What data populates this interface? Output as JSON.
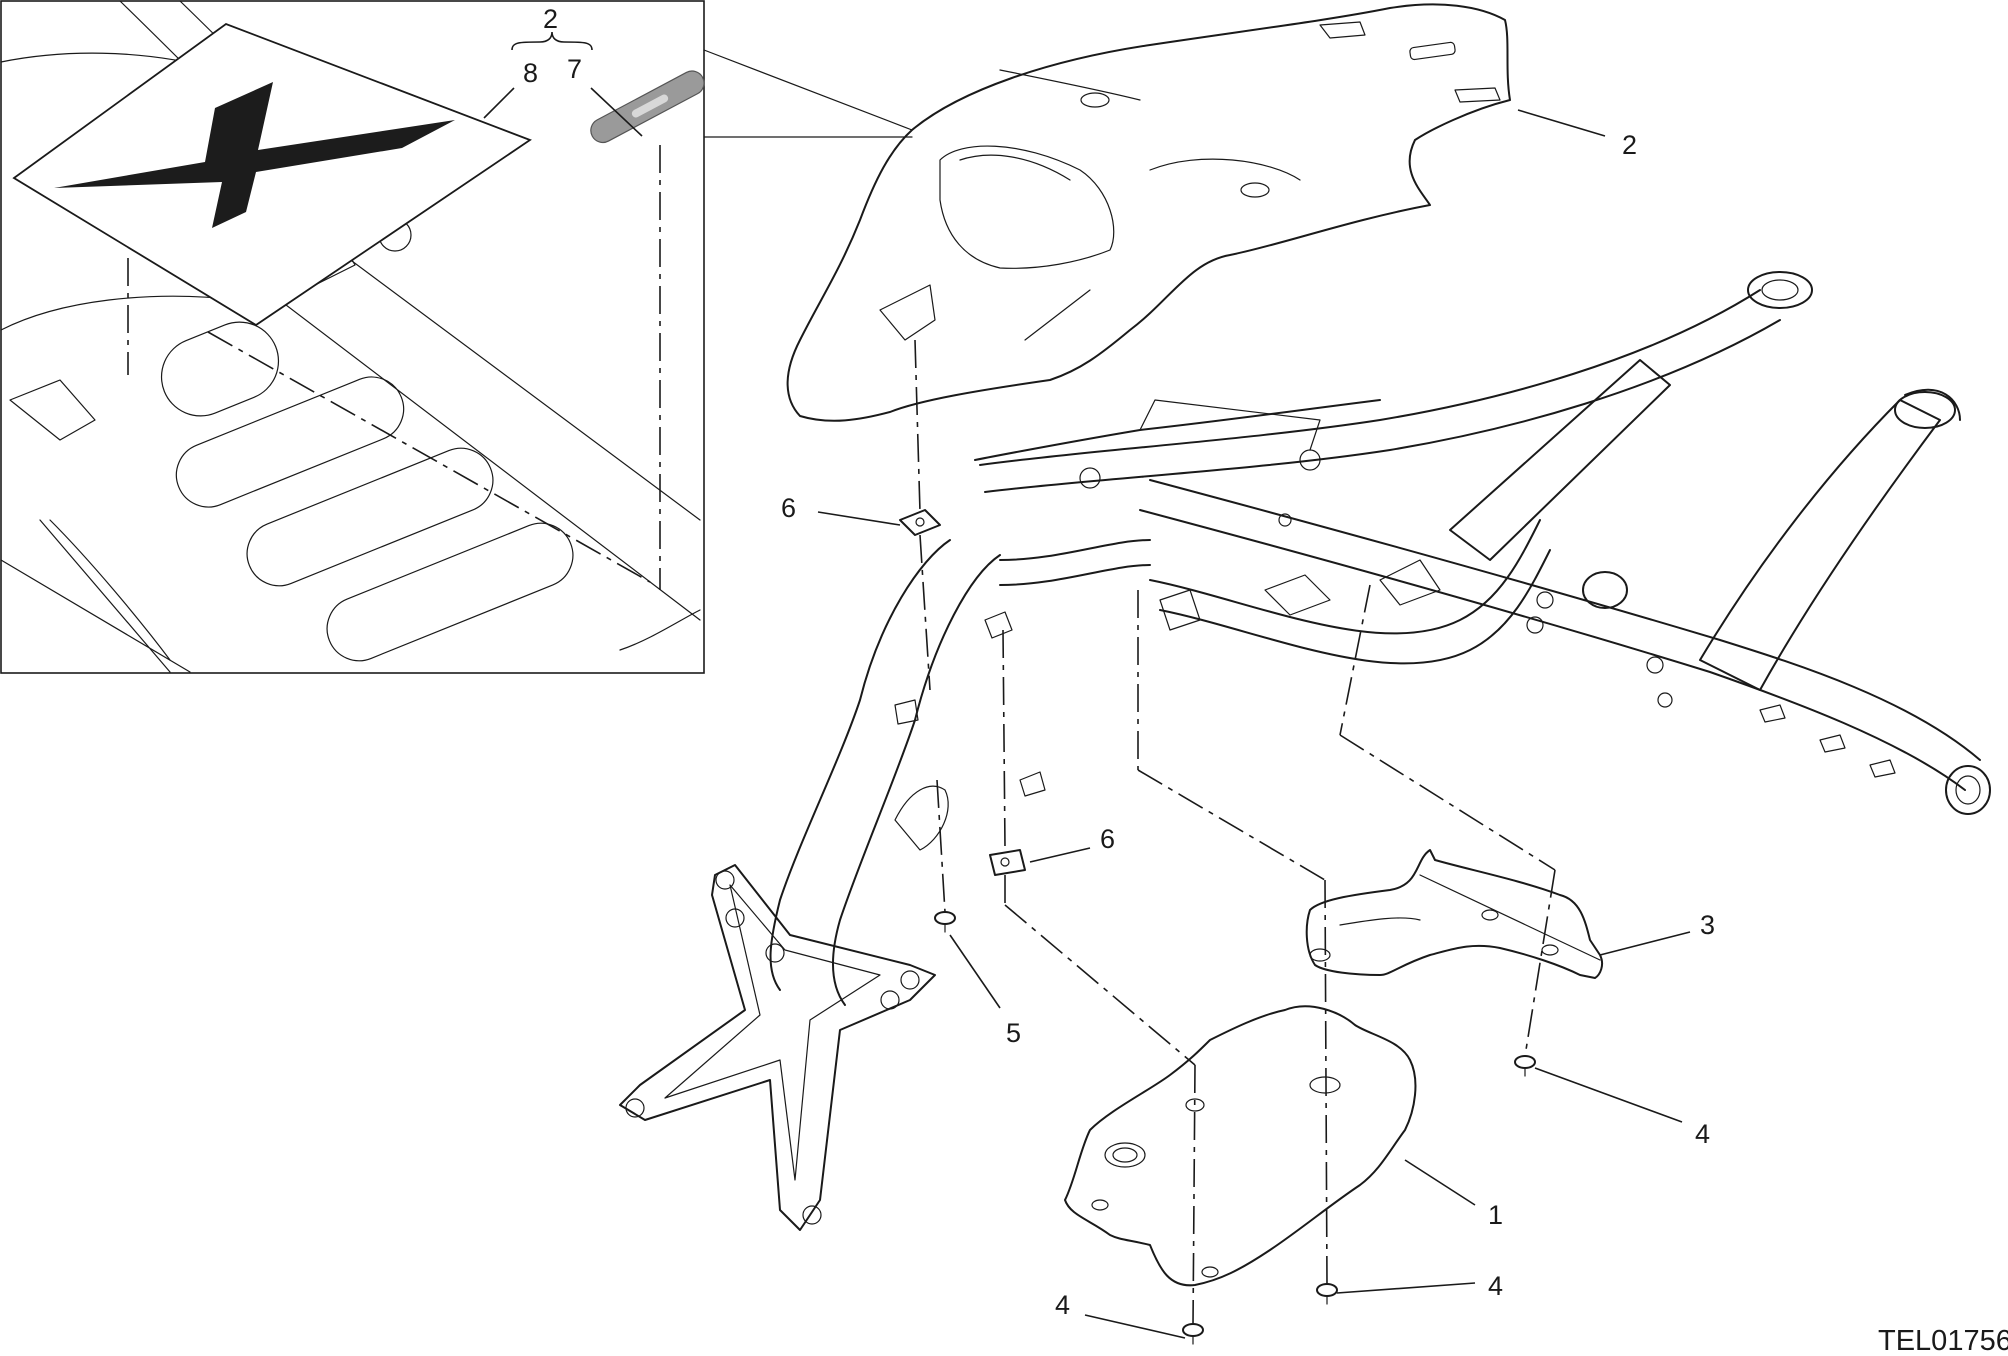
{
  "drawing_code": "TEL01756",
  "callouts": {
    "detail_group": "2",
    "detail_8": "8",
    "detail_7": "7",
    "seat_cowl": "2",
    "clip_upper": "6",
    "clip_lower": "6",
    "screw_center": "5",
    "guard_right": "3",
    "screw_right": "4",
    "guard_lower": "1",
    "screw_bottom_left": "4",
    "screw_bottom_right": "4"
  },
  "colors": {
    "line": "#1a1a1a",
    "decal": "#1c1c1c",
    "badge": "#9a9a9a",
    "background": "#ffffff"
  }
}
